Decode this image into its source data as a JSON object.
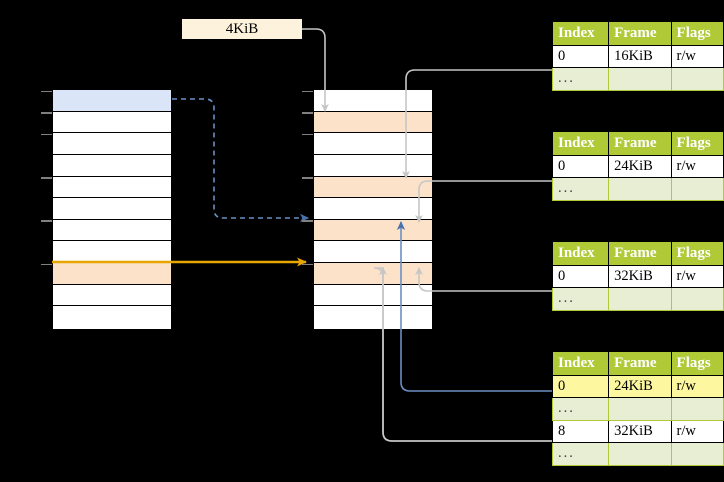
{
  "diagram": {
    "title_chip": {
      "label": "4KiB"
    },
    "virtual_column": {
      "name": "virtual-address-space",
      "row_count": 11,
      "rows": [
        {
          "fill": "blue",
          "tick": true
        },
        {
          "fill": "white",
          "tick": true
        },
        {
          "fill": "white",
          "tick": true
        },
        {
          "fill": "white",
          "tick": false
        },
        {
          "fill": "white",
          "tick": true
        },
        {
          "fill": "white",
          "tick": false
        },
        {
          "fill": "white",
          "tick": true
        },
        {
          "fill": "white",
          "tick": false
        },
        {
          "fill": "peach",
          "tick": true
        },
        {
          "fill": "white",
          "tick": false
        },
        {
          "fill": "white",
          "tick": false
        }
      ]
    },
    "physical_column": {
      "name": "physical-memory",
      "row_count": 11,
      "rows": [
        {
          "fill": "white",
          "tick": true
        },
        {
          "fill": "peach",
          "tick": true
        },
        {
          "fill": "white",
          "tick": true
        },
        {
          "fill": "white",
          "tick": false
        },
        {
          "fill": "peach",
          "tick": true
        },
        {
          "fill": "white",
          "tick": false
        },
        {
          "fill": "peach",
          "tick": true
        },
        {
          "fill": "white",
          "tick": false
        },
        {
          "fill": "peach",
          "tick": true
        },
        {
          "fill": "white",
          "tick": false
        },
        {
          "fill": "white",
          "tick": false
        }
      ]
    },
    "page_tables": [
      {
        "name": "page-table-level-1",
        "headers": {
          "index": "Index",
          "frame": "Frame",
          "flags": "Flags"
        },
        "rows": [
          {
            "index": "0",
            "frame": "16KiB",
            "flags": "r/w",
            "style": "normal"
          },
          {
            "index": "...",
            "frame": "",
            "flags": "",
            "style": "alt"
          }
        ]
      },
      {
        "name": "page-table-level-2",
        "headers": {
          "index": "Index",
          "frame": "Frame",
          "flags": "Flags"
        },
        "rows": [
          {
            "index": "0",
            "frame": "24KiB",
            "flags": "r/w",
            "style": "normal"
          },
          {
            "index": "...",
            "frame": "",
            "flags": "",
            "style": "alt"
          }
        ]
      },
      {
        "name": "page-table-level-3",
        "headers": {
          "index": "Index",
          "frame": "Frame",
          "flags": "Flags"
        },
        "rows": [
          {
            "index": "0",
            "frame": "32KiB",
            "flags": "r/w",
            "style": "normal"
          },
          {
            "index": "...",
            "frame": "",
            "flags": "",
            "style": "alt"
          }
        ]
      },
      {
        "name": "page-table-level-4",
        "headers": {
          "index": "Index",
          "frame": "Frame",
          "flags": "Flags"
        },
        "rows": [
          {
            "index": "0",
            "frame": "24KiB",
            "flags": "r/w",
            "style": "highlight"
          },
          {
            "index": "...",
            "frame": "",
            "flags": "",
            "style": "alt"
          },
          {
            "index": "8",
            "frame": "32KiB",
            "flags": "r/w",
            "style": "normal"
          },
          {
            "index": "...",
            "frame": "",
            "flags": "",
            "style": "alt"
          }
        ]
      }
    ],
    "colors": {
      "background": "#000000",
      "header_green": "#afc937",
      "alt_row_green": "#e8eed3",
      "highlight_yellow": "#fdf7a0",
      "blue_row": "#dae6f7",
      "peach_row": "#fde2ca",
      "chip_cream": "#fdf3dc",
      "orange_arrow": "#e8a600",
      "blue_arrow": "#6a8fc4",
      "gray_arrow": "#c8c8c8"
    },
    "connectors": [
      {
        "name": "chip-to-physical-row2",
        "style": "solid",
        "color": "gray"
      },
      {
        "name": "table1-to-physical-row5",
        "style": "solid",
        "color": "gray"
      },
      {
        "name": "table2-to-physical-row7",
        "style": "solid",
        "color": "gray"
      },
      {
        "name": "table3-to-physical-row9",
        "style": "solid",
        "color": "gray"
      },
      {
        "name": "table4-row8-to-physical",
        "style": "solid",
        "color": "gray"
      },
      {
        "name": "table4-row0-to-physical",
        "style": "solid",
        "color": "blue"
      },
      {
        "name": "virtual-blue-to-physical",
        "style": "dashed",
        "color": "blue"
      },
      {
        "name": "virtual-peach-to-physical",
        "style": "solid",
        "color": "orange"
      }
    ]
  }
}
